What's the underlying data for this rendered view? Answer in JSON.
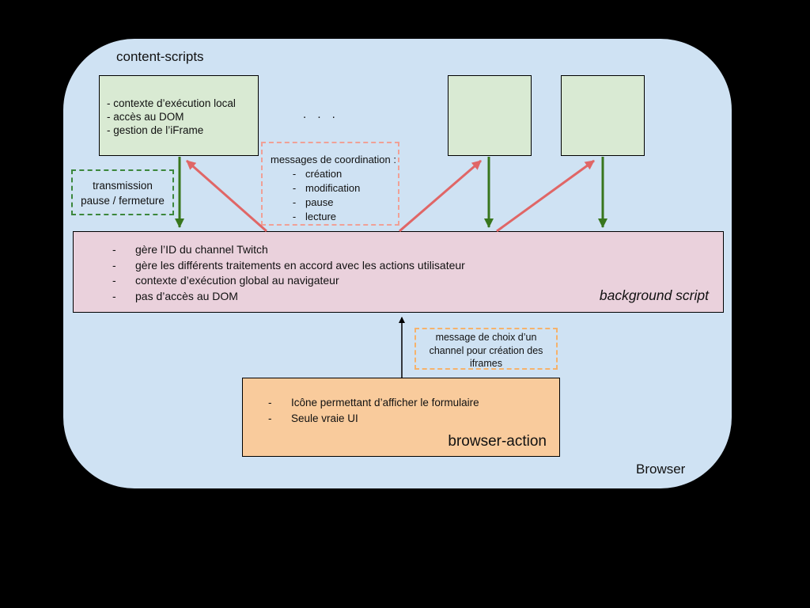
{
  "colors": {
    "background": "#000000",
    "browser_fill": "#cfe2f3",
    "content_script_fill": "#d9ead3",
    "background_script_fill": "#ead1dc",
    "browser_action_fill": "#f9cb9c",
    "green_arrow": "#38761d",
    "red_arrow": "#e06666",
    "black_arrow": "#000000",
    "green_dashed_border": "#3c873c",
    "red_dashed_border": "#f0a096",
    "orange_dashed_border": "#f6b26b"
  },
  "bullet": "-",
  "browser": {
    "label": "Browser"
  },
  "content_scripts": {
    "label": "content-scripts",
    "ellipsis": ". . .",
    "node1_lines": [
      "- contexte d’exécution local",
      "- accès au DOM",
      "- gestion de l’iFrame"
    ]
  },
  "notes": {
    "transmission": {
      "line1": "transmission",
      "line2": "pause / fermeture"
    },
    "coordination": {
      "title": "messages de coordination :",
      "items": [
        "création",
        "modification",
        "pause",
        "lecture"
      ]
    },
    "channel_choice": {
      "line1": "message de choix d’un",
      "line2": "channel pour création des",
      "line3": "iframes"
    }
  },
  "background_script": {
    "label": "background script",
    "items": [
      "gère l’ID du channel Twitch",
      "gère les différents traitements en accord avec les actions utilisateur",
      "contexte d’exécution global au navigateur",
      "pas d’accès au DOM"
    ]
  },
  "browser_action": {
    "label": "browser-action",
    "items": [
      "Icône permettant d’afficher le formulaire",
      "Seule vraie UI"
    ]
  }
}
